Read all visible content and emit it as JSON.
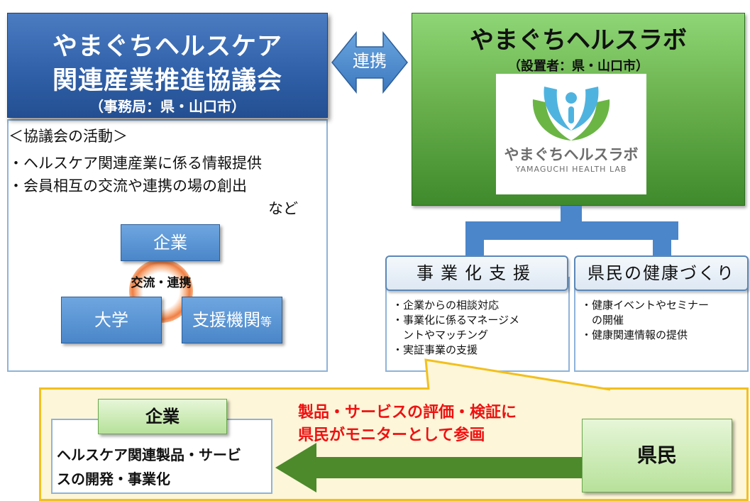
{
  "council": {
    "name_line1": "やまぐちヘルスケア",
    "name_line2": "関連産業推進協議会",
    "secretariat": "（事務局：県・山口市）",
    "activities_heading": "＜協議会の活動＞",
    "activities": [
      "・ヘルスケア関連産業に係る情報提供",
      "・会員相互の交流や連携の場の創出"
    ],
    "etc": "など",
    "members": {
      "company": "企業",
      "university": "大学",
      "support_org": "支援機関",
      "support_org_suffix": "等",
      "exchange": "交流・連携"
    }
  },
  "link_label": "連携",
  "lab": {
    "name": "やまぐちヘルスラボ",
    "established_by": "（設置者：県・山口市）",
    "logo_text_jp": "やまぐちヘルスラボ",
    "logo_text_en": "YAMAGUCHI HEALTH LAB",
    "colors": {
      "blue": "#4fb3e0",
      "green": "#6bb545",
      "grey": "#6d6d6d"
    }
  },
  "business_support": {
    "title": "事業化支援",
    "items": [
      "・企業からの相談対応",
      "・事業化に係るマネージメ",
      "　ントやマッチング",
      "・実証事業の支援"
    ]
  },
  "health_promotion": {
    "title": "県民の健康づくり",
    "items": [
      "・健康イベントやセミナー",
      "　の開催",
      "・健康関連情報の提供"
    ]
  },
  "bottom": {
    "company_label": "企業",
    "company_desc_line1": "ヘルスケア関連製品・サービ",
    "company_desc_line2": "スの開発・事業化",
    "participation_line1": "製品・サービスの評価・検証に",
    "participation_line2": "県民がモニターとして参画",
    "citizens_label": "県民"
  }
}
